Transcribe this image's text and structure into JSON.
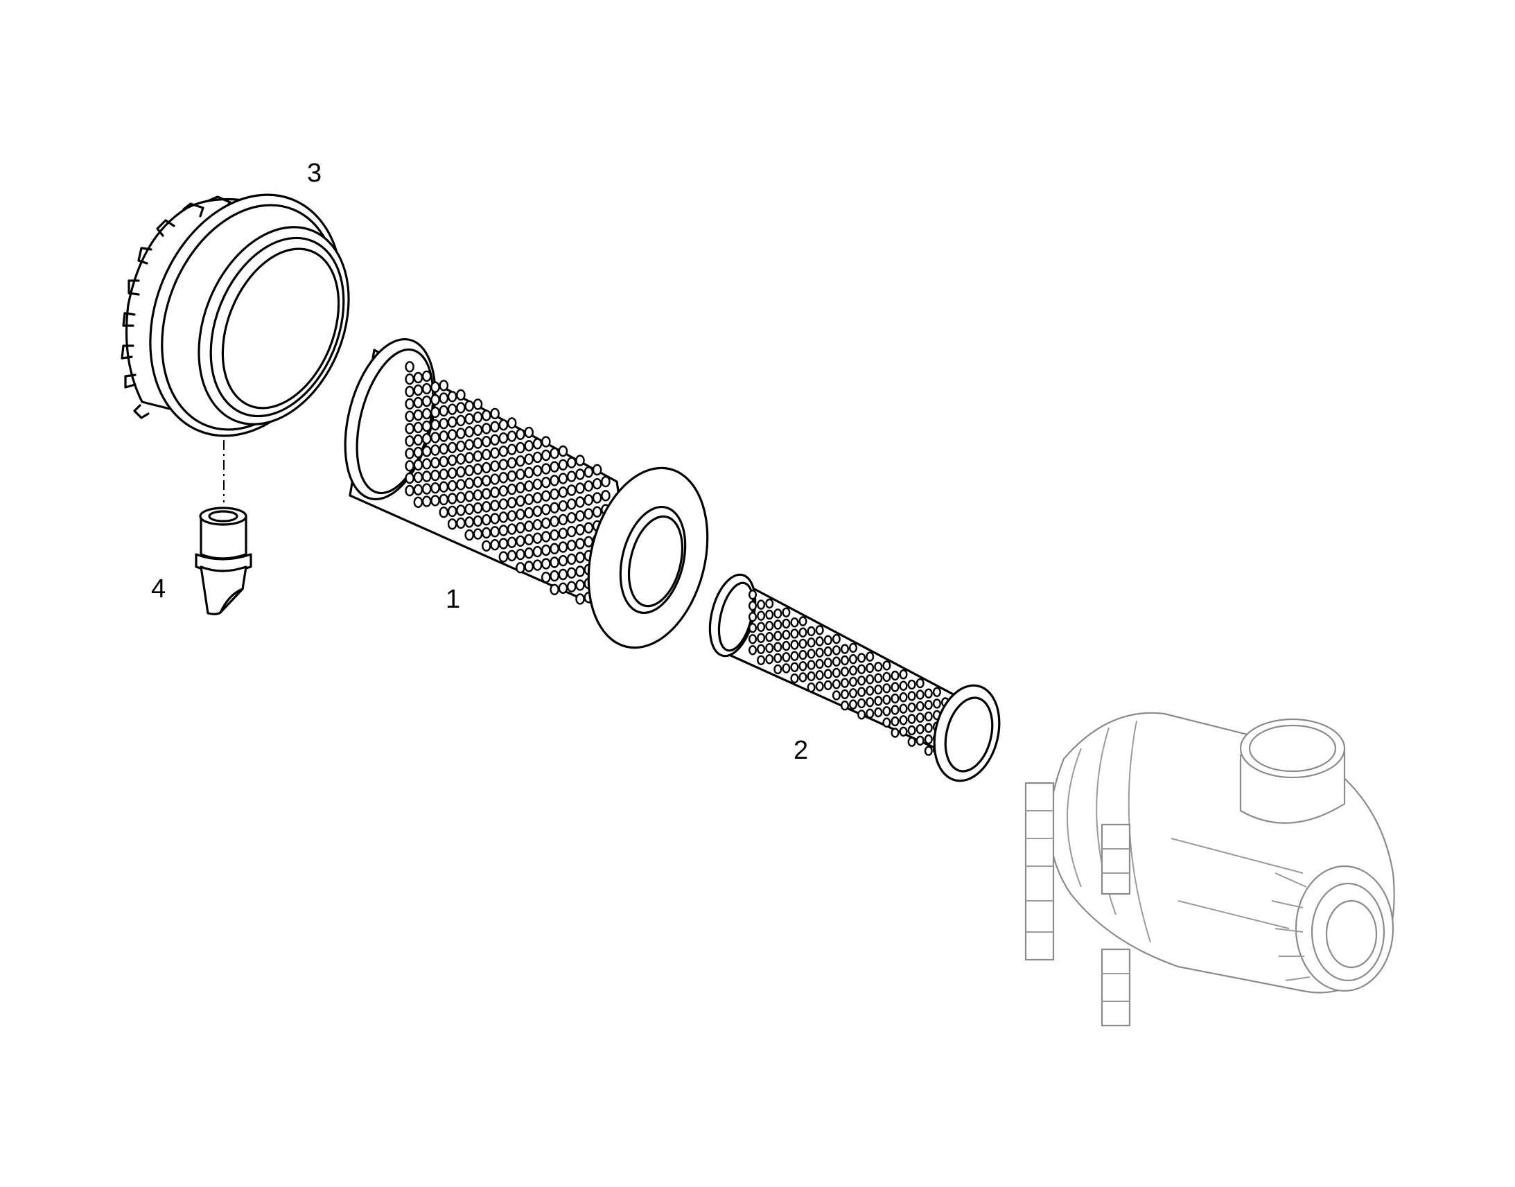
{
  "diagram": {
    "callouts": [
      {
        "id": "callout-1",
        "label": "1"
      },
      {
        "id": "callout-2",
        "label": "2"
      },
      {
        "id": "callout-3",
        "label": "3"
      },
      {
        "id": "callout-4",
        "label": "4"
      }
    ]
  },
  "colors": {
    "line": "#000000",
    "background": "#ffffff",
    "ghost_housing": "#8a8a8a"
  }
}
